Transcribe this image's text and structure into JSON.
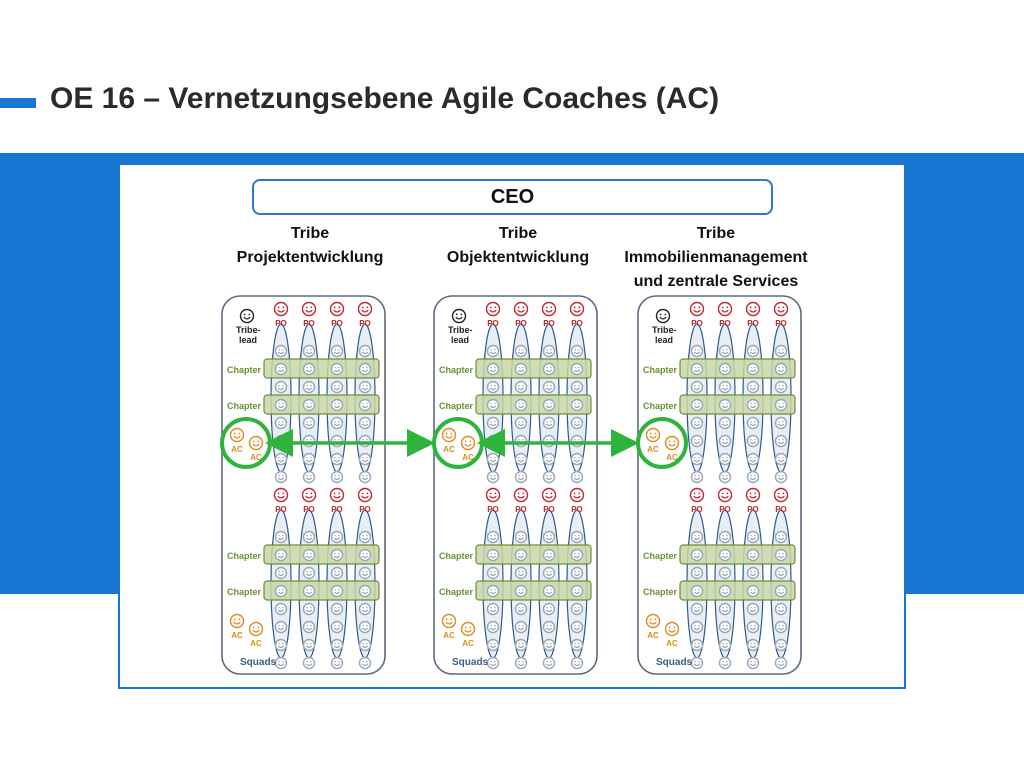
{
  "slide": {
    "title": "OE 16 – Vernetzungsebene Agile Coaches (AC)"
  },
  "ceo": {
    "label": "CEO"
  },
  "tribes": [
    {
      "name_line1": "Tribe",
      "name_line2": "Projektentwicklung",
      "name_line3": ""
    },
    {
      "name_line1": "Tribe",
      "name_line2": "Objektentwicklung",
      "name_line3": ""
    },
    {
      "name_line1": "Tribe",
      "name_line2": "Immobilienmanagement",
      "name_line3": "und zentrale Services"
    }
  ],
  "labels": {
    "tribe_lead_line1": "Tribe-",
    "tribe_lead_line2": "lead",
    "po": "PO",
    "chapter": "Chapter",
    "ac": "AC",
    "squads": "Squads"
  },
  "colors": {
    "brand_blue": "#1776d2",
    "po_red": "#c0262d",
    "ac_orange": "#e08a1e",
    "chapter_green": "#6c8f3a",
    "chapter_fill": "#c9d6a6",
    "highlight_green": "#2eb43c",
    "squad_fill": "#e7eef7",
    "squad_stroke": "#2f5a8a",
    "tribe_stroke": "#5b6b7f",
    "squads_label": "#3b5e8c"
  },
  "icons": {
    "face": "smiley-face-icon",
    "connector": "double-arrow-icon"
  }
}
